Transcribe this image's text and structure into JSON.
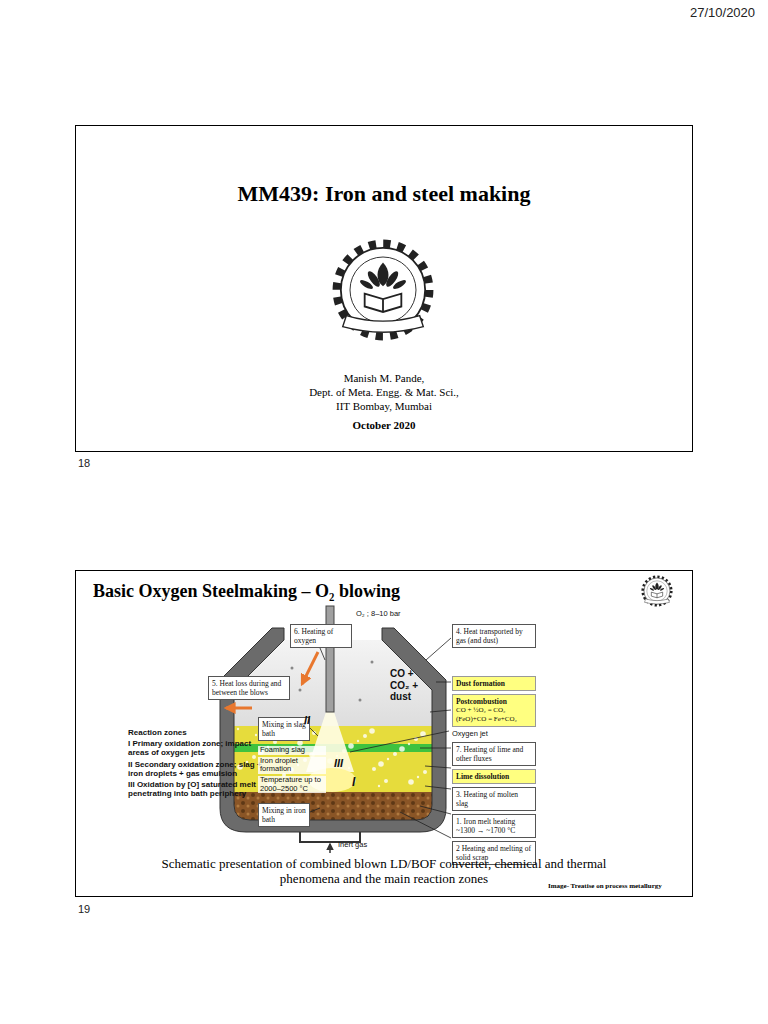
{
  "diagram": {
    "caption": "Schematic presentation of combined blown LD/BOF converter, chemical and thermal phenomena and the main reaction zones",
    "nodes": [
      {
        "text": [
          "MM439: Iron and steel making",
          "Manish M. Pande,",
          "Dept. of Meta. Engg. & Mat. Sci.,",
          "IIT Bombay, Mumbai",
          "October 2020"
        ]
      },
      {
        "text": [
          "Basic Oxygen Steelmaking – O₂ blowing",
          "Image- Treatise on process metallurgy"
        ]
      },
      {
        "text": [
          "6. Heating of oxygen"
        ],
        "in": 1
      },
      {
        "text": [
          "4. Heat transported by gas (and dust)"
        ],
        "in": 1
      },
      {
        "text": [
          "5. Heat loss during and between the blows"
        ],
        "in": 1
      },
      {
        "text": [
          "Dust formation"
        ],
        "in": 1
      },
      {
        "text": [
          "Postcombustion",
          "CO + ½O₂ = CO₂",
          "(FeO)+CO = Fe+CO₂"
        ],
        "in": 1
      },
      {
        "text": [
          "Mixing in slag bath"
        ],
        "in": 1
      },
      {
        "text": [
          "7. Heating of lime and other fluxes"
        ],
        "in": 1
      },
      {
        "text": [
          "Lime dissolution"
        ],
        "in": 1
      },
      {
        "text": [
          "3. Heating of molten slag"
        ],
        "in": 1
      },
      {
        "text": [
          "Mixing in iron bath"
        ],
        "in": 1
      },
      {
        "text": [
          "1. Iron melt heating",
          "~1300 → ~1700 °C"
        ],
        "in": 1
      },
      {
        "text": [
          "2 Heating and melting of solid scrap"
        ],
        "in": 1
      }
    ],
    "labels": [
      "27/10/2020",
      "18",
      "19",
      "O₂ ; 8–10 bar",
      "CO + CO₂ + dust",
      "Oxygen jet",
      "Reaction zones",
      "I Primary oxidation zone; impact areas of oxygen jets",
      "II Secondary oxidation zone; slag + iron droplets + gas emulsion",
      "III Oxidation by [O] saturated melt penetrating into bath periphery",
      "Foaming slag",
      "Iron droplet formation",
      "Temperature up to 2000–2500 °C",
      "II",
      "III",
      "I",
      "Inert gas"
    ]
  }
}
